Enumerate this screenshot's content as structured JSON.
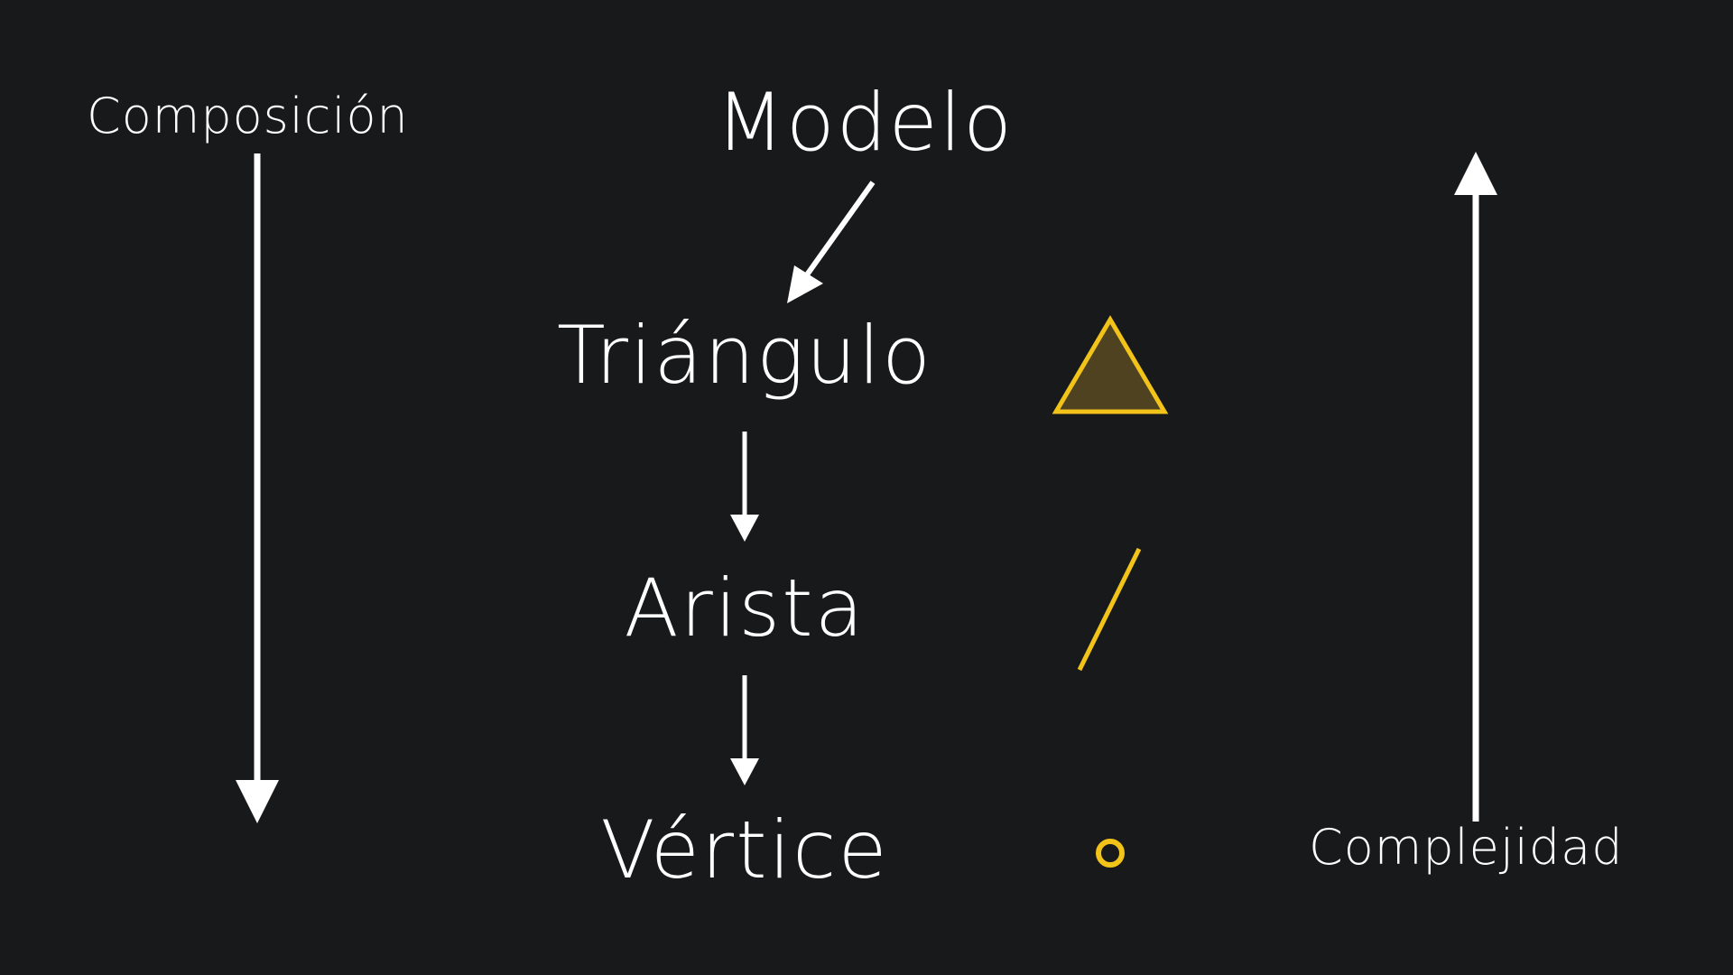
{
  "labels": {
    "composition": "Composición",
    "complexity": "Complejidad"
  },
  "nodes": [
    {
      "id": "modelo",
      "label": "Modelo"
    },
    {
      "id": "triangulo",
      "label": "Triángulo"
    },
    {
      "id": "arista",
      "label": "Arista"
    },
    {
      "id": "vertice",
      "label": "Vértice"
    }
  ],
  "colors": {
    "background": "#18191b",
    "foreground": "#ffffff",
    "accent": "#f2c318",
    "accent_fill": "#4f4220"
  }
}
